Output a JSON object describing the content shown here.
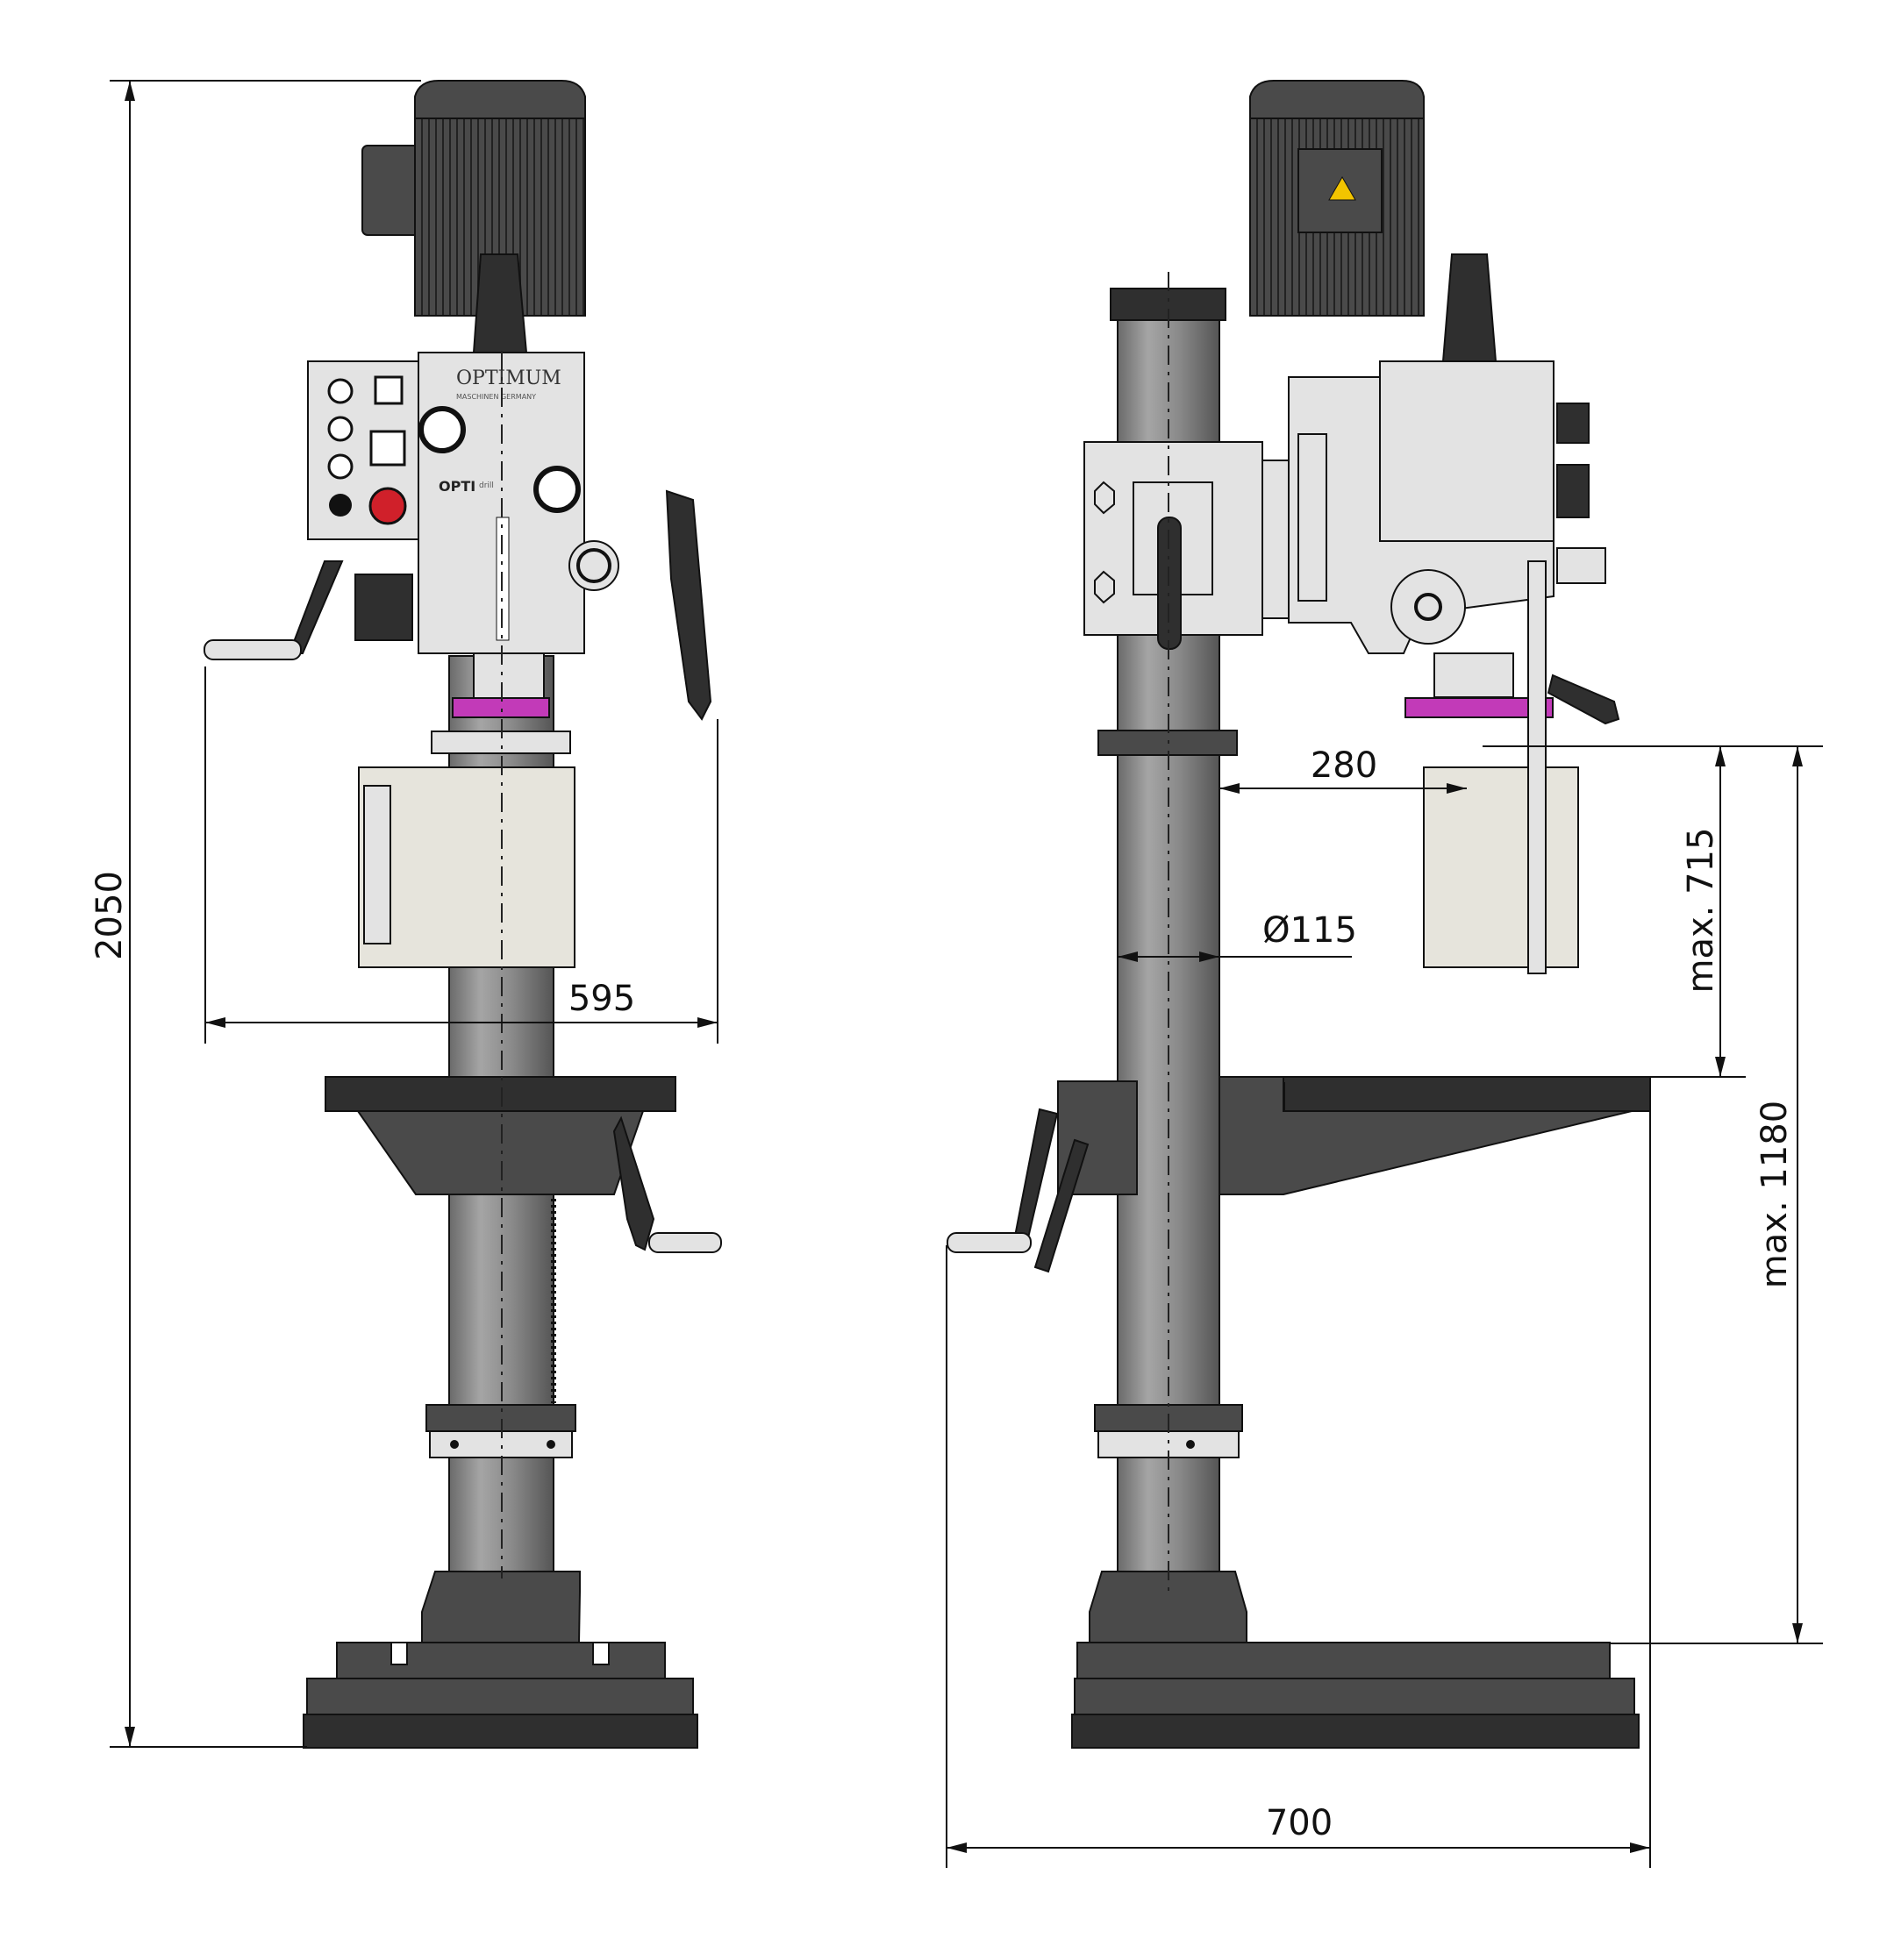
{
  "drawing": {
    "title": "Drill press dimension drawing",
    "brand": {
      "logo": "OPTIMUM",
      "tagline": "MASCHINEN GERMANY",
      "model_logo": "OPTI",
      "model_suffix": "drill"
    },
    "dimensions": {
      "total_height": "2050",
      "front_width": "595",
      "throat": "280",
      "column_diameter": "Ø115",
      "max_spindle_table": "max. 715",
      "max_spindle_base": "max. 1180",
      "base_depth": "700"
    },
    "colors": {
      "body": "#4a4a4a",
      "head": "#e3e3e3",
      "accent": "#c23ab8"
    }
  }
}
